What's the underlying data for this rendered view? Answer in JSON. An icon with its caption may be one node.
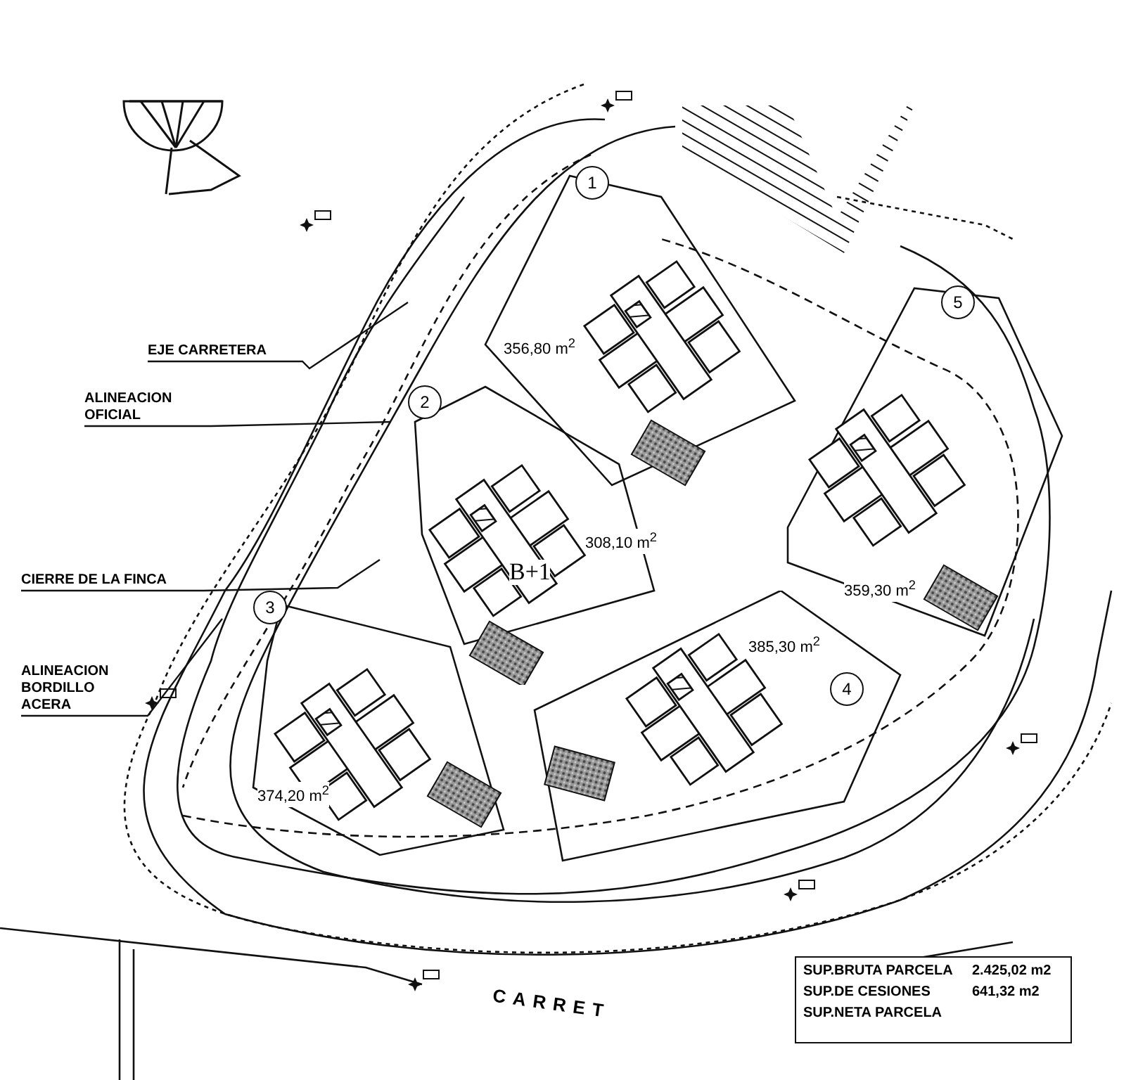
{
  "diagram": {
    "nodes": [
      {
        "text": [
          "1",
          "356,80 m$^{2}$"
        ]
      },
      {
        "text": [
          "2",
          "308,10 m$^{2}$",
          "B+1"
        ]
      },
      {
        "text": [
          "3",
          "374,20 m$^{2}$"
        ]
      },
      {
        "text": [
          "385,30 m$^{2}$",
          "4"
        ]
      },
      {
        "text": [
          "5",
          "359,30 m$^{2}$"
        ]
      },
      {
        "text": [
          "EJE CARRETERA"
        ]
      },
      {
        "text": [
          "ALINEACION OFICIAL"
        ]
      },
      {
        "text": [
          "CIERRE DE LA FINCA"
        ]
      },
      {
        "text": [
          "ALINEACION BORDILLO ACERA"
        ]
      }
    ],
    "edges": [
      {
        "from": 5,
        "to": null,
        "arrow": "none"
      },
      {
        "from": 6,
        "to": null,
        "arrow": "none"
      },
      {
        "from": 7,
        "to": null,
        "arrow": "none"
      },
      {
        "from": 8,
        "to": null,
        "arrow": "none"
      }
    ],
    "labels": [
      "SUP.BRUTA PARCELA",
      "2.425,02 m2",
      "SUP.DE CESIONES",
      "641,32 m2",
      "SUP.NETA PARCELA",
      "CARRET"
    ]
  }
}
